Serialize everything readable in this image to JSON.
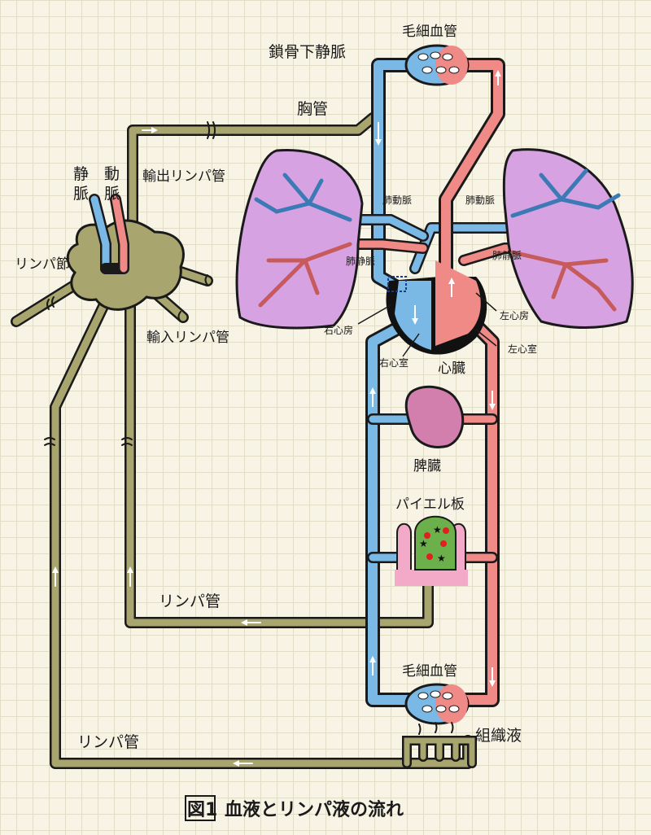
{
  "caption": {
    "figure_label": "図1",
    "title": "血液とリンパ液の流れ"
  },
  "labels": {
    "capillary_top": "毛細血管",
    "subclavian_vein": "鎖骨下静脈",
    "thoracic_duct": "胸管",
    "efferent_lymph": "輸出リンパ管",
    "vein_top": "静",
    "vein_bottom": "脈",
    "artery_top": "動",
    "artery_bottom": "脈",
    "lymph_node": "リンパ節",
    "afferent_lymph": "輸入リンパ管",
    "pulmonary_vein_top": "肺静脈",
    "pulmonary_artery_left": "肺動脈",
    "pulmonary_artery_right": "肺動脈",
    "pulmonary_vein_right": "肺静脈",
    "right_atrium": "右心房",
    "right_ventricle": "右心室",
    "heart": "心臓",
    "left_atrium": "左心房",
    "left_ventricle": "左心室",
    "spleen": "脾臓",
    "peyers_patch": "パイエル板",
    "lymph_vessel_mid": "リンパ管",
    "capillary_bottom": "毛細血管",
    "lymph_vessel_bottom": "リンパ管",
    "tissue_fluid": "組織液"
  },
  "colors": {
    "artery": "#ef8a86",
    "vein": "#7ab8e6",
    "lymph": "#a9a56e",
    "lung": "#d7a2e2",
    "heart_muscle": "#111111",
    "spleen": "#d27fae",
    "peyers_patch": "#6bb04a",
    "mucosa": "#f2aac8"
  }
}
